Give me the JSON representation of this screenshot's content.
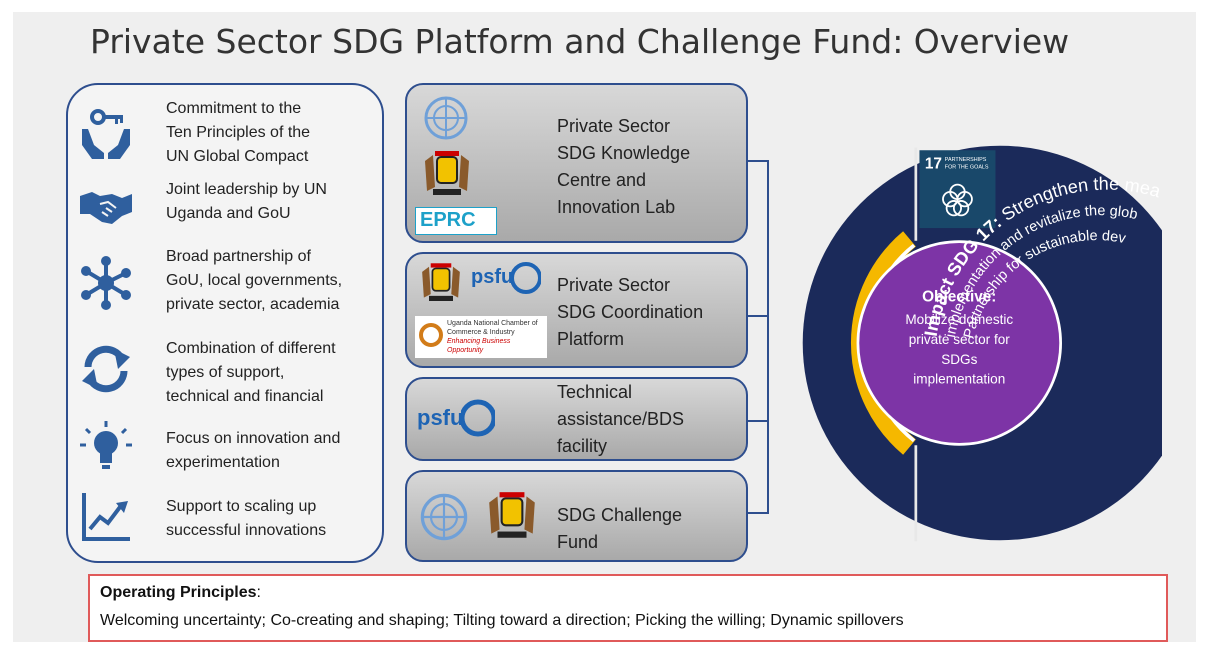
{
  "title": "Private Sector SDG Platform and Challenge Fund: Overview",
  "principles": [
    {
      "icon": "hands-key-icon",
      "text_lines": [
        "Commitment to the",
        "Ten Principles of the",
        "UN Global Compact"
      ]
    },
    {
      "icon": "handshake-icon",
      "text_lines": [
        "Joint leadership by UN",
        "Uganda and GoU"
      ]
    },
    {
      "icon": "network-icon",
      "text_lines": [
        "Broad partnership of",
        "GoU, local governments,",
        "private sector, academia"
      ]
    },
    {
      "icon": "refresh-icon",
      "text_lines": [
        "Combination of different",
        "types of support,",
        "technical and financial"
      ]
    },
    {
      "icon": "lightbulb-icon",
      "text_lines": [
        "Focus on innovation and",
        "experimentation"
      ]
    },
    {
      "icon": "growth-chart-icon",
      "text_lines": [
        "Support to scaling up",
        "successful innovations"
      ]
    }
  ],
  "components": [
    {
      "label_lines": [
        "Private Sector",
        "SDG Knowledge",
        "Centre and",
        "Innovation Lab"
      ],
      "logos": [
        "un-emblem-icon",
        "uganda-coat-of-arms-icon",
        "eprc-logo"
      ]
    },
    {
      "label_lines": [
        "Private Sector",
        "SDG Coordination",
        "Platform"
      ],
      "logos": [
        "uganda-coat-of-arms-icon",
        "psfu-logo",
        "uncci-logo"
      ]
    },
    {
      "label_lines": [
        "Technical",
        "assistance/BDS",
        "facility"
      ],
      "logos": [
        "psfu-logo"
      ]
    },
    {
      "label_lines": [
        "SDG Challenge",
        "Fund"
      ],
      "logos": [
        "un-emblem-icon",
        "uganda-coat-of-arms-icon"
      ]
    }
  ],
  "logo_text": {
    "eprc": "EPRC",
    "psfu": "psfu",
    "uncci_line1": "Uganda National Chamber of",
    "uncci_line2": "Commerce & Industry",
    "uncci_tagline": "Enhancing Business Opportunity"
  },
  "sdg_badge": {
    "number": "17",
    "title_line1": "PARTNERSHIPS",
    "title_line2": "FOR THE GOALS"
  },
  "objective": {
    "heading": "Objective:",
    "lines": [
      "Mobilize domestic",
      "private sector for",
      "SDGs",
      "implementation"
    ]
  },
  "impact": {
    "line1_bold": "Impact SDG 17:",
    "line1_rest": " Strengthen the means of",
    "line2": "implementation and revitalize the global",
    "line3": "Partnership for sustainable development"
  },
  "operating": {
    "heading": "Operating Principles",
    "colon": ":",
    "text": "Welcoming uncertainty; Co-creating and shaping; Tilting toward a direction; Picking the willing; Dynamic spillovers"
  },
  "colors": {
    "navy": "#1b2a5a",
    "purple": "#7d34a6",
    "gold": "#f5b800",
    "icon_blue": "#2f5f9e",
    "border_blue": "#2e4e8e",
    "sdg17": "#19486a"
  }
}
